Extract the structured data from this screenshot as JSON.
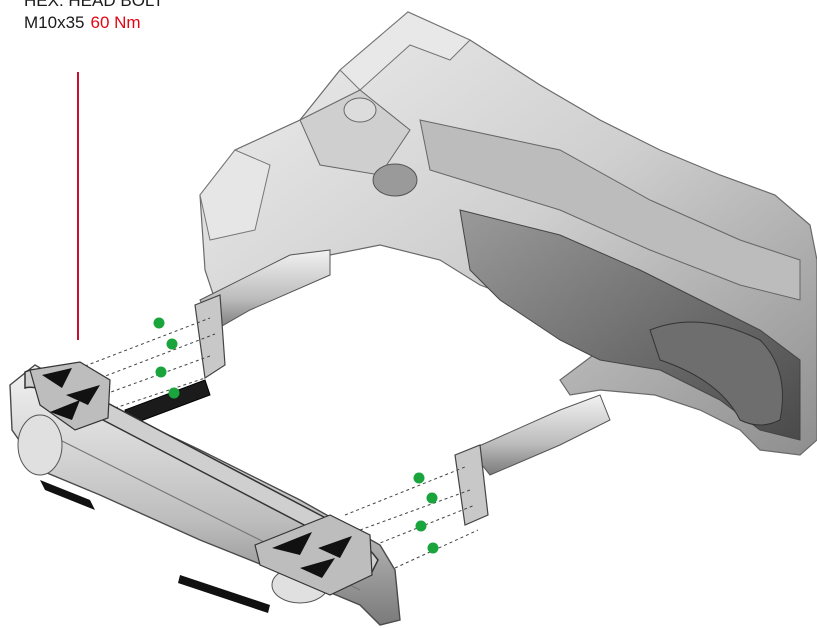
{
  "callout": {
    "bolt_type": "HEX. HEAD BOLT",
    "bolt_size": "M10x35",
    "torque": "60 Nm"
  },
  "colors": {
    "torque_text": "#e30613",
    "leader_line": "#c8102e",
    "bolt_marker": "#1aa43c",
    "body_light": "#d9d9d9",
    "body_mid": "#a9a9a9",
    "body_dark": "#555555",
    "bracket_black": "#111111"
  },
  "icons": [
    "green-dot-bolt-marker"
  ]
}
